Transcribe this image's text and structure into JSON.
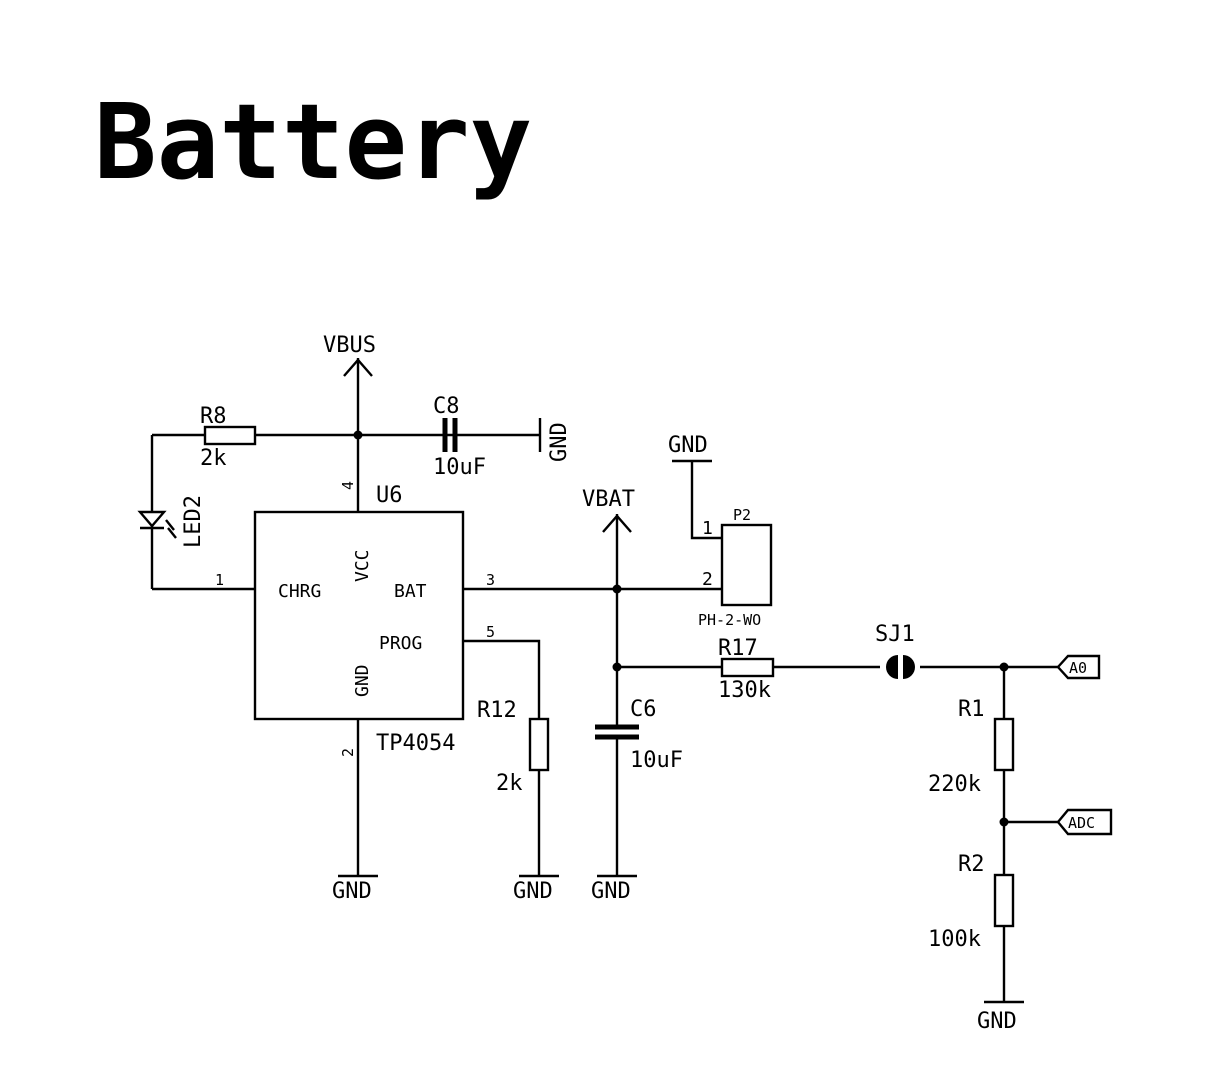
{
  "title": "Battery",
  "nets": {
    "vbus": "VBUS",
    "vbat": "VBAT",
    "gnd": "GND",
    "a0": "A0",
    "adc": "ADC"
  },
  "components": {
    "u6": {
      "ref": "U6",
      "value": "TP4054",
      "pins": {
        "chrg": "CHRG",
        "vcc": "VCC",
        "bat": "BAT",
        "prog": "PROG",
        "gnd": "GND"
      },
      "pin_numbers": {
        "chrg": "1",
        "gnd": "2",
        "bat": "3",
        "vcc": "4",
        "prog": "5"
      }
    },
    "r8": {
      "ref": "R8",
      "value": "2k"
    },
    "led2": {
      "ref": "LED2"
    },
    "c8": {
      "ref": "C8",
      "value": "10uF"
    },
    "p2": {
      "ref": "P2",
      "value": "PH-2-WO",
      "pin1": "1",
      "pin2": "2"
    },
    "r12": {
      "ref": "R12",
      "value": "2k"
    },
    "c6": {
      "ref": "C6",
      "value": "10uF"
    },
    "r17": {
      "ref": "R17",
      "value": "130k"
    },
    "sj1": {
      "ref": "SJ1"
    },
    "r1": {
      "ref": "R1",
      "value": "220k"
    },
    "r2": {
      "ref": "R2",
      "value": "100k"
    }
  }
}
